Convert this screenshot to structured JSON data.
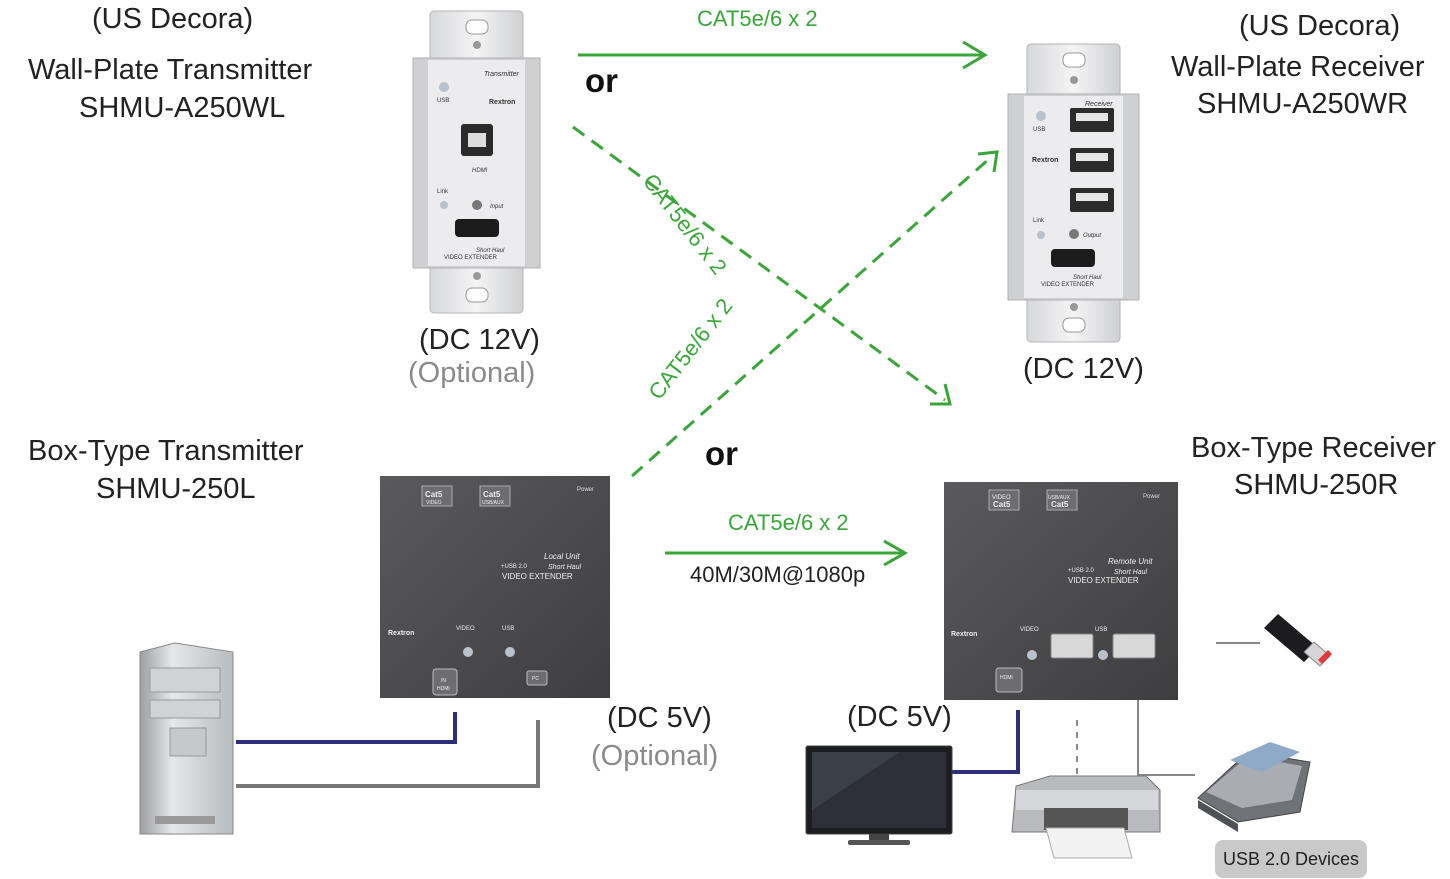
{
  "tx_wall": {
    "region": "(US Decora)",
    "name": "Wall-Plate Transmitter",
    "model": "SHMU-A250WL",
    "power": "(DC 12V)",
    "optional": "(Optional)",
    "badge": "Transmitter",
    "brand": "Rextron",
    "usb": "USB",
    "hdmi": "HDMI",
    "link": "Link",
    "input": "Input",
    "footer1": "Short Haul",
    "footer2": "VIDEO EXTENDER"
  },
  "rx_wall": {
    "region": "(US Decora)",
    "name": "Wall-Plate Receiver",
    "model": "SHMU-A250WR",
    "power": "(DC 12V)",
    "badge": "Receiver",
    "brand": "Rextron",
    "usb": "USB",
    "link": "Link",
    "output": "Output",
    "footer1": "Short Haul",
    "footer2": "VIDEO EXTENDER"
  },
  "tx_box": {
    "name": "Box-Type Transmitter",
    "model": "SHMU-250L",
    "power": "(DC 5V)",
    "optional": "(Optional)",
    "port1": "Cat5",
    "port1sub": "VIDEO",
    "port2": "Cat5",
    "port2sub": "USB/AUX",
    "pwr": "Power",
    "unit": "Local Unit",
    "usb20": "+USB 2.0",
    "short": "Short Haul",
    "ext": "VIDEO EXTENDER",
    "brand": "Rextron",
    "video": "VIDEO",
    "usb": "USB",
    "in": "IN",
    "hdmi": "HDMI",
    "pc": "PC"
  },
  "rx_box": {
    "name": "Box-Type Receiver",
    "model": "SHMU-250R",
    "power": "(DC 5V)",
    "port1": "Cat5",
    "port1sub": "VIDEO",
    "port2": "Cat5",
    "port2sub": "USB/AUX",
    "pwr": "Power",
    "unit": "Remote Unit",
    "usb20": "+USB 2.0",
    "short": "Short Haul",
    "ext": "VIDEO EXTENDER",
    "brand": "Rextron",
    "video": "VIDEO",
    "usb": "USB",
    "hdmi": "HDMI"
  },
  "links": {
    "top": "CAT5e/6 x 2",
    "diag_down": "CAT5e/6 x 2",
    "diag_up": "CAT5e/6 x 2",
    "bottom": "CAT5e/6 x 2",
    "speed": "40M/30M@1080p",
    "or1": "or",
    "or2": "or"
  },
  "devices_label": "USB 2.0 Devices",
  "colors": {
    "arrow": "#3aa63a",
    "hdmi_cable": "#2e2f7a",
    "usb_cable": "#777777"
  }
}
